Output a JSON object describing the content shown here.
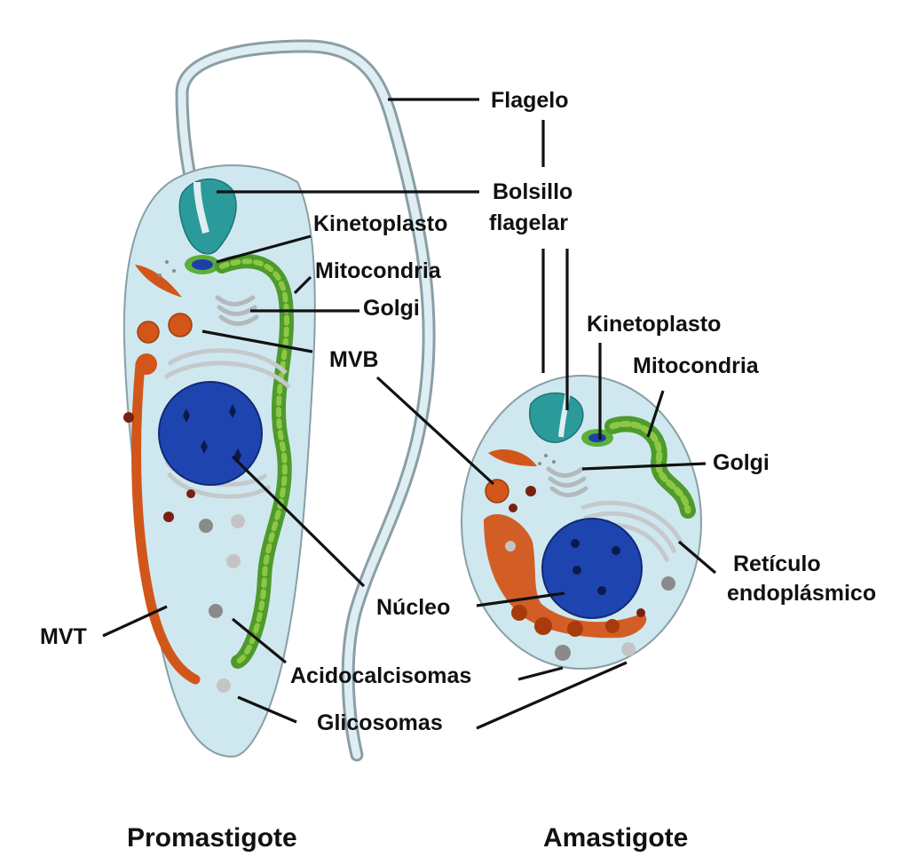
{
  "colors": {
    "cell_body": "#cfe8ef",
    "cell_outline": "#8a9ea6",
    "flagellum_fill": "#dfeef2",
    "flagellar_pocket": "#2b9a9a",
    "kinetoplast": "#1e3fa8",
    "nucleus": "#1e44b0",
    "mitochondria": "#4f9a2c",
    "mvt_mvb": "#d2561a",
    "golgi_er": "#c5c9cc",
    "acidocalcisome": "#8a8a8a",
    "glycosome": "#c4c4c4",
    "leader_line": "#111111"
  },
  "labels": {
    "flagelo": "Flagelo",
    "bolsillo_1": "Bolsillo",
    "bolsillo_2": "flagelar",
    "kinetoplasto_left": "Kinetoplasto",
    "mitocondria_left": "Mitocondria",
    "golgi_left": "Golgi",
    "mvb": "MVB",
    "kinetoplasto_right": "Kinetoplasto",
    "mitocondria_right": "Mitocondria",
    "golgi_right": "Golgi",
    "reticulo_1": "Retículo",
    "reticulo_2": "endoplásmico",
    "nucleo": "Núcleo",
    "mvt": "MVT",
    "acidocalcisomas": "Acidocalcisomas",
    "glicosomas": "Glicosomas"
  },
  "captions": {
    "left": "Promastigote",
    "right": "Amastigote"
  }
}
